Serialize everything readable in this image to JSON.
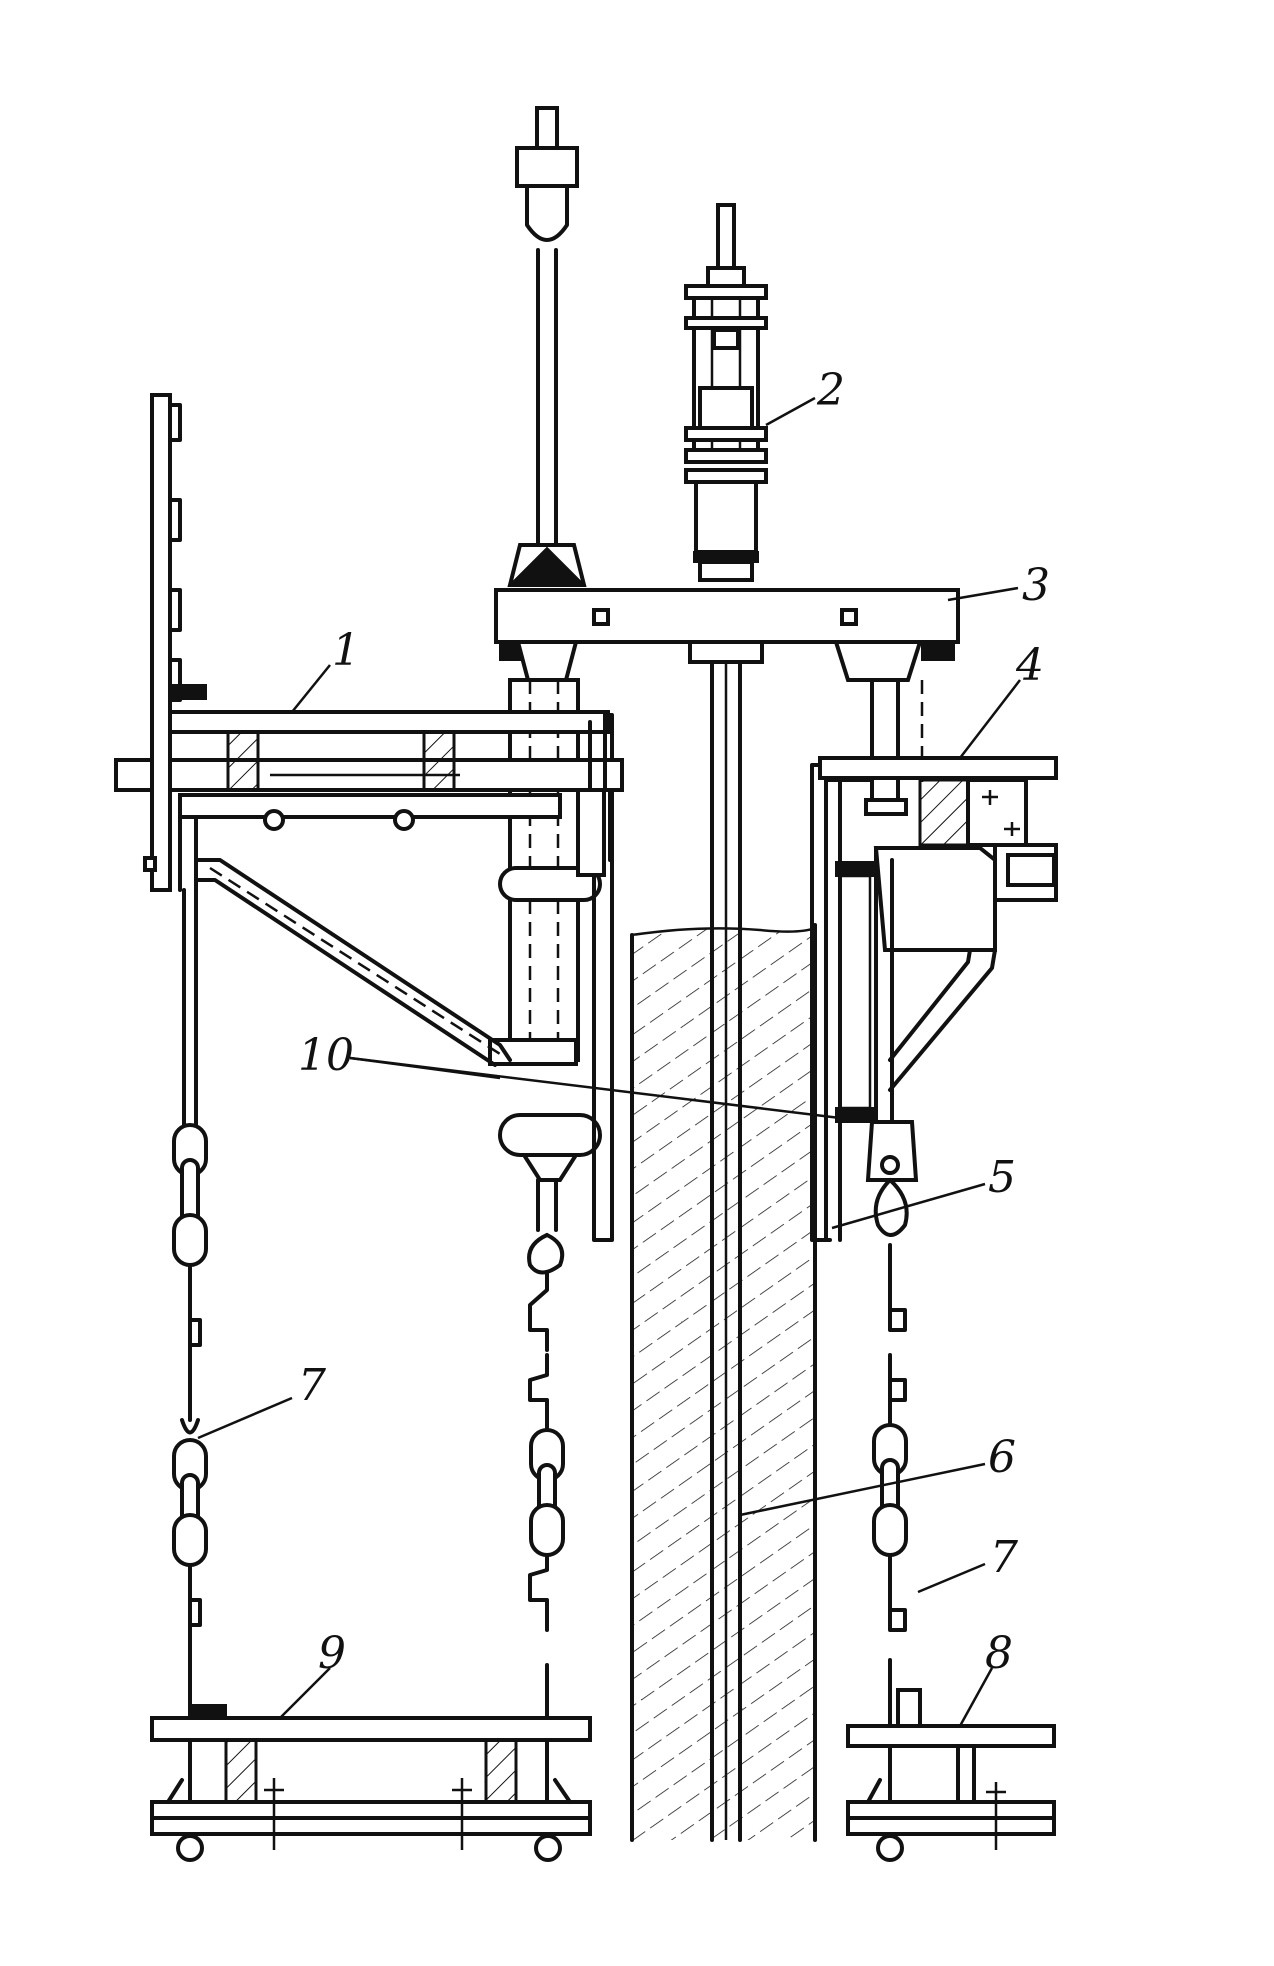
{
  "labels": {
    "l1": "1",
    "l2": "2",
    "l3": "3",
    "l4": "4",
    "l5": "5",
    "l6": "6",
    "l7a": "7",
    "l7b": "7",
    "l8": "8",
    "l9": "9",
    "l10": "10"
  },
  "colors": {
    "ink": "#111111",
    "paper": "#ffffff"
  }
}
